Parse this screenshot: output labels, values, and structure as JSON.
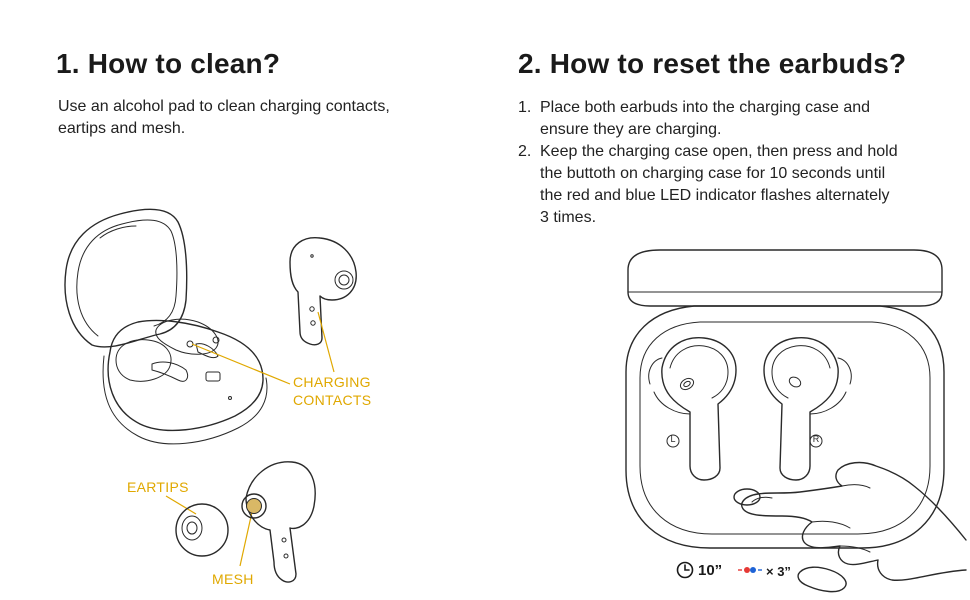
{
  "clean": {
    "heading": "1. How to clean?",
    "body_line1": "Use an alcohol pad to clean charging contacts,",
    "body_line2": "eartips and mesh.",
    "callouts": {
      "charging_line1": "CHARGING",
      "charging_line2": "CONTACTS",
      "eartips": "EARTIPS",
      "mesh": "MESH"
    }
  },
  "reset": {
    "heading": "2. How to reset the earbuds?",
    "steps": [
      {
        "number": "1.",
        "lines": [
          "Place both earbuds into the charging case and",
          "ensure they are charging."
        ]
      },
      {
        "number": "2.",
        "lines": [
          "Keep the charging case open, then press and hold",
          "the buttoth on charging case for 10 seconds until",
          "the red and blue LED indicator flashes alternately",
          "3 times."
        ]
      }
    ],
    "case_labels": {
      "left": "L",
      "right": "R"
    },
    "indicator": {
      "hold_time": "10”",
      "flash_count": "× 3”",
      "clock_icon": "clock-icon",
      "led_colors": {
        "red": "#e53935",
        "blue": "#1e63d6"
      }
    }
  },
  "colors": {
    "accent": "#e0a800",
    "text": "#1a1a1a"
  }
}
